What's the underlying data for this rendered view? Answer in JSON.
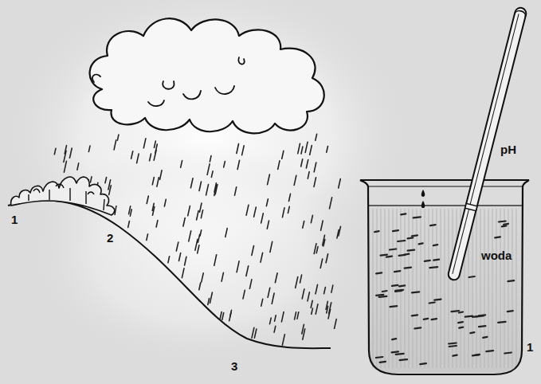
{
  "diagram": {
    "labels": [
      "1",
      "2",
      "3",
      "pH",
      "woda",
      "1"
    ]
  }
}
